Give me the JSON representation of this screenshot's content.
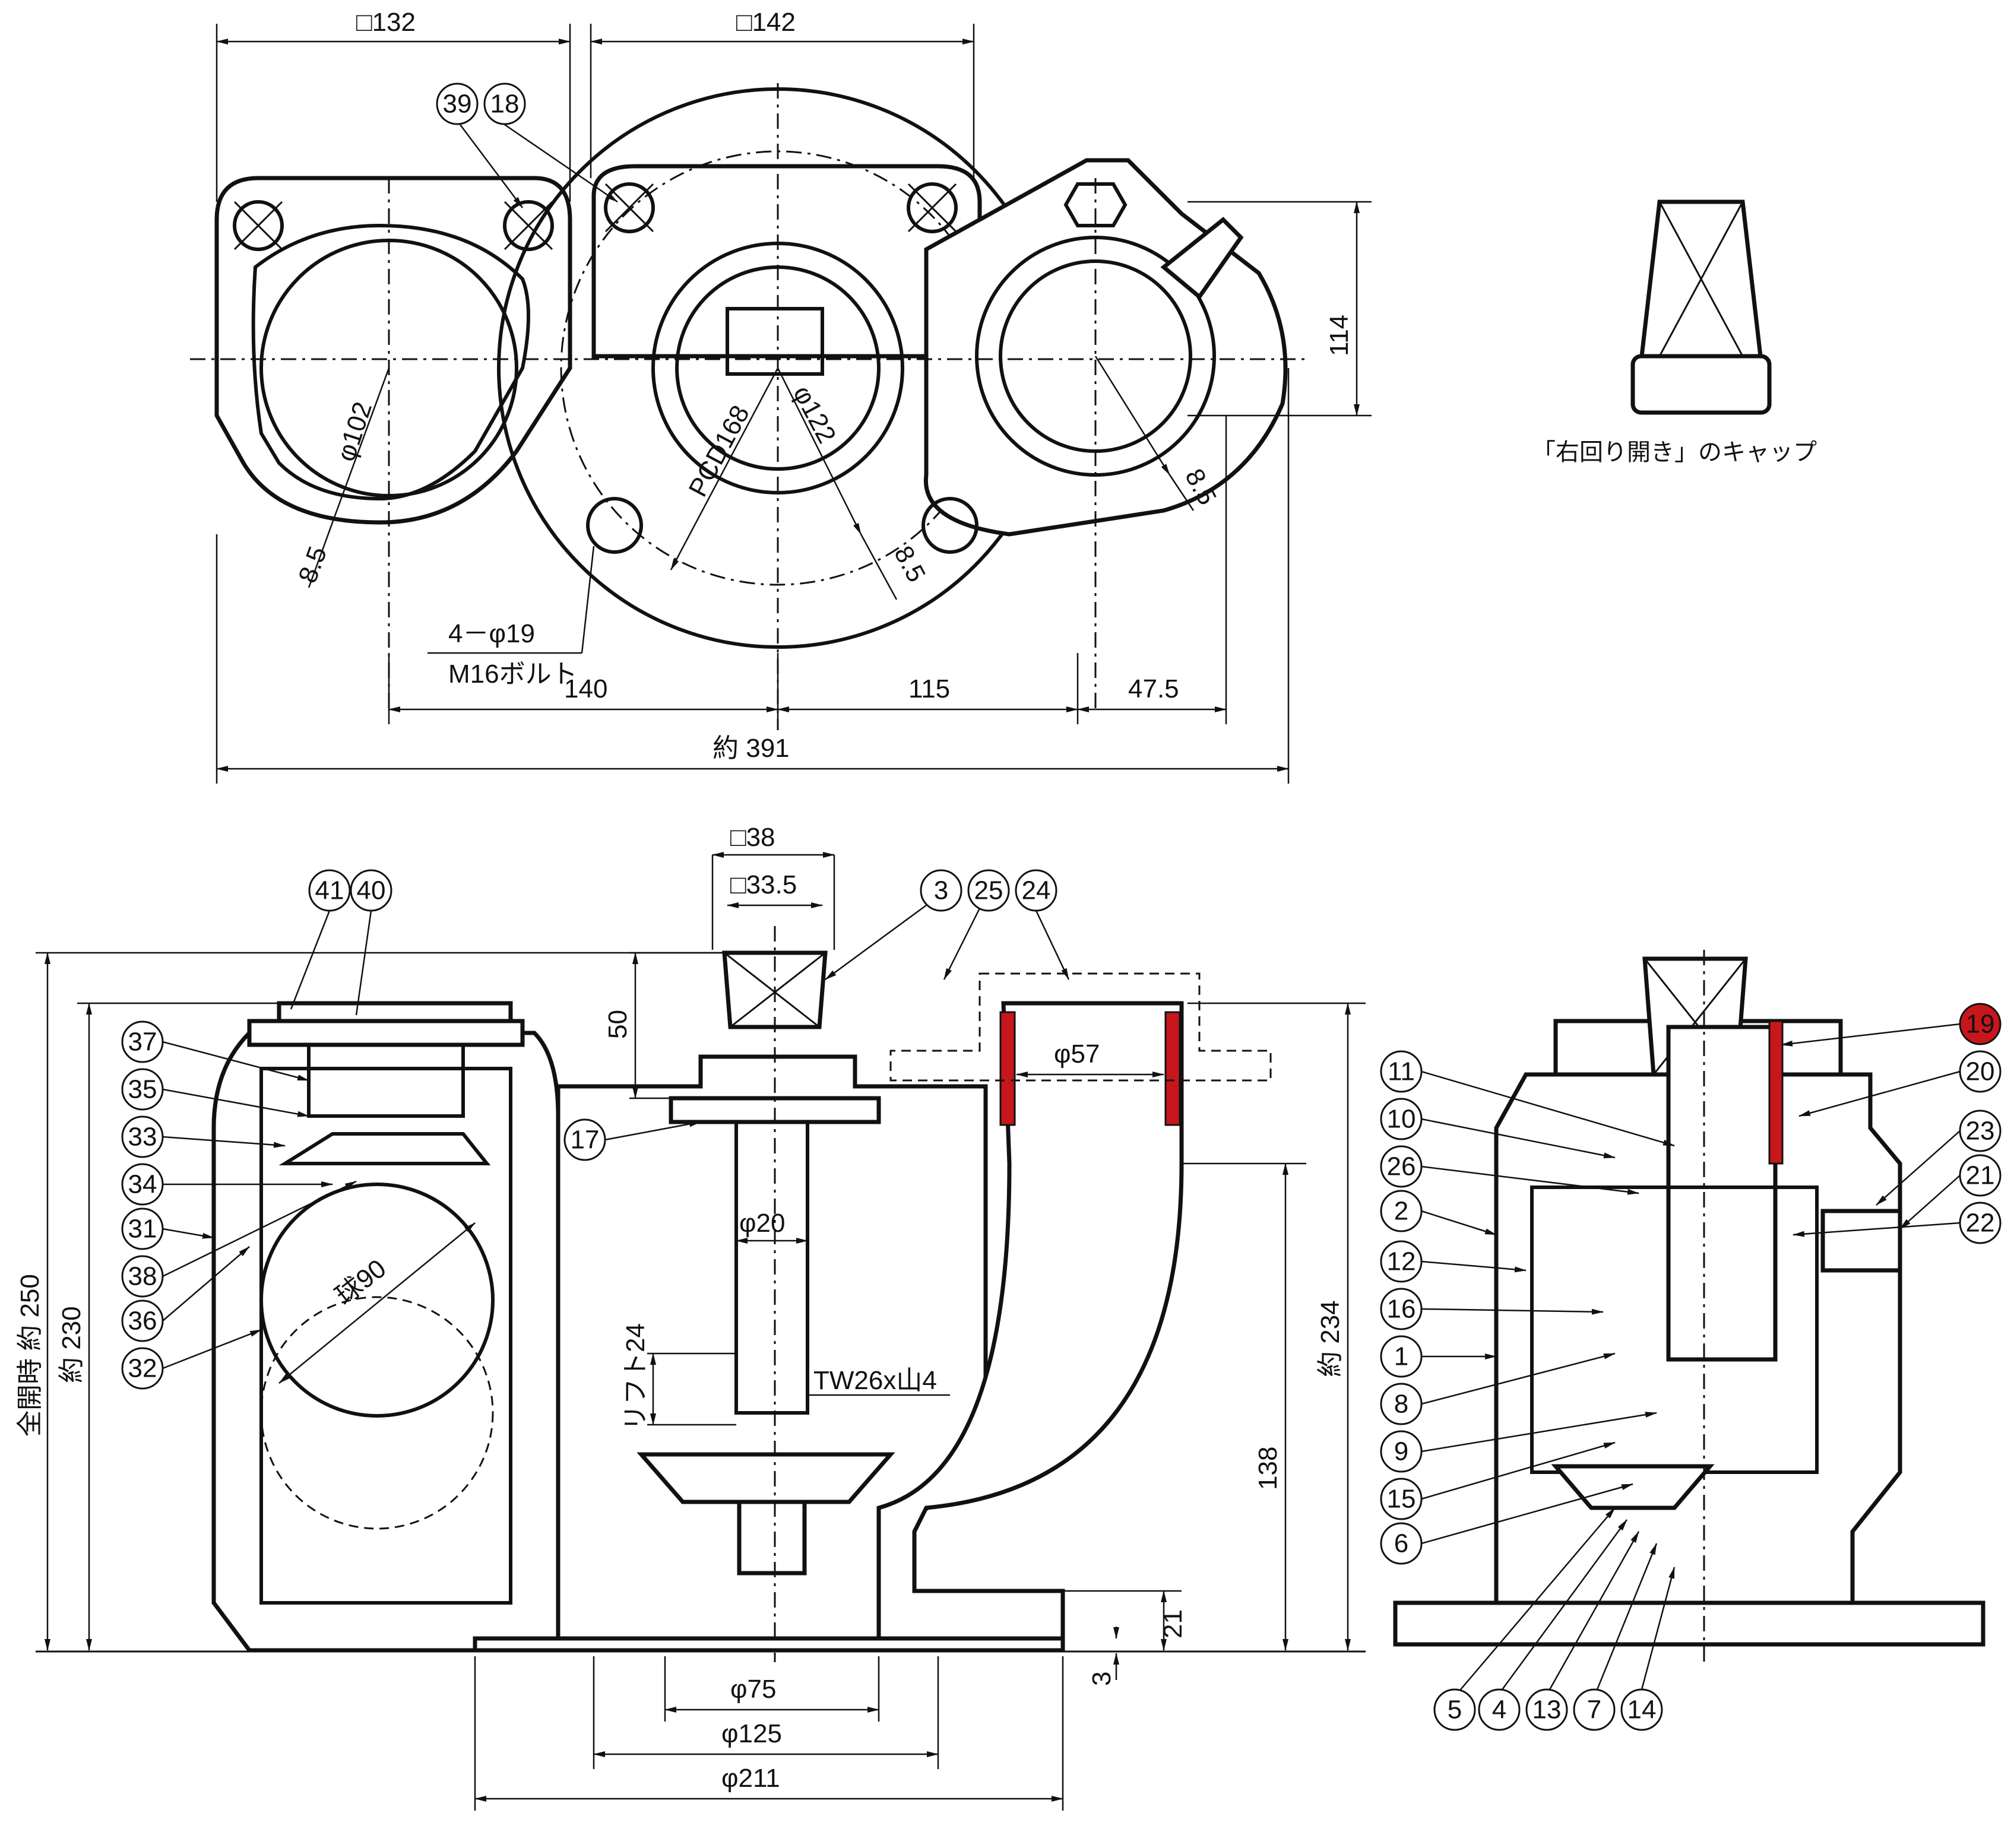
{
  "top_view": {
    "dimensions": {
      "sq_left": "□132",
      "sq_right": "□142",
      "dia_left": "φ102",
      "dia_center": "φ122",
      "pcd": "PCD168",
      "chamfer_left": "8.5",
      "chamfer_center": "8.5",
      "chamfer_right": "8.5",
      "holes": "4－φ19",
      "bolt": "M16ボルト",
      "d140": "140",
      "d115": "115",
      "d47": "47.5",
      "total": "約 391",
      "height114": "114"
    },
    "balloons": [
      "39",
      "18"
    ]
  },
  "cap_caption": "「右回り開き」のキャップ",
  "front_view": {
    "dimensions": {
      "sq38": "□38",
      "sq33": "□33.5",
      "d50": "50",
      "phi57": "φ57",
      "phi20": "φ20",
      "ball": "球90",
      "lift": "リフト24",
      "thread": "TW26x山4",
      "total_height": "全開時 約 250",
      "h230": "約 230",
      "h234": "約 234",
      "h138": "138",
      "h21": "21",
      "h3": "3",
      "phi75": "φ75",
      "phi125": "φ125",
      "phi211": "φ211"
    },
    "balloons_top": [
      "41",
      "40",
      "3",
      "25",
      "24"
    ],
    "balloons_left": [
      "37",
      "35",
      "33",
      "34",
      "31",
      "38",
      "36",
      "32"
    ],
    "balloon_17": "17"
  },
  "side_view": {
    "balloons_left": [
      "11",
      "10",
      "26",
      "2",
      "12",
      "16",
      "1",
      "8",
      "9",
      "15",
      "6"
    ],
    "balloons_right": [
      "19",
      "20",
      "23",
      "21",
      "22"
    ],
    "balloons_bottom": [
      "5",
      "4",
      "13",
      "7",
      "14"
    ],
    "highlight_balloon": "19"
  },
  "colors": {
    "highlight_red": "#c8161d",
    "ink": "#111111"
  }
}
